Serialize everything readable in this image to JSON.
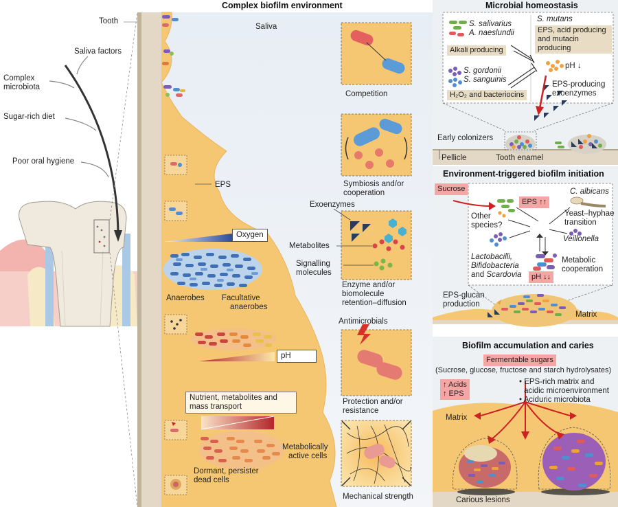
{
  "left": {
    "tooth": "Tooth",
    "saliva_factors": "Saliva factors",
    "complex_microbiota_1": "Complex",
    "complex_microbiota_2": "microbiota",
    "sugar_diet": "Sugar-rich diet",
    "hygiene": "Poor oral hygiene"
  },
  "middle": {
    "title": "Complex biofilm environment",
    "saliva": "Saliva",
    "eps": "EPS",
    "oxygen": "Oxygen",
    "anaerobes": "Anaerobes",
    "facultative_1": "Facultative",
    "facultative_2": "anaerobes",
    "ph": "pH",
    "nutrient_1": "Nutrient, metabolites and",
    "nutrient_2": "mass transport",
    "metabolically_1": "Metabolically",
    "metabolically_2": "active cells",
    "dormant_1": "Dormant, persister",
    "dormant_2": "dead cells",
    "competition": "Competition",
    "symbiosis_1": "Symbiosis and/or",
    "symbiosis_2": "cooperation",
    "exoenzymes": "Exoenzymes",
    "metabolites": "Metabolites",
    "signalling_1": "Signalling",
    "signalling_2": "molecules",
    "enzyme_1": "Enzyme and/or",
    "enzyme_2": "biomolecule",
    "enzyme_3": "retention–diffusion",
    "antimicrobials": "Antimicrobials",
    "protection_1": "Protection and/or",
    "protection_2": "resistance",
    "mechanical": "Mechanical strength"
  },
  "homeostasis": {
    "title": "Microbial homeostasis",
    "s_salivarius": "S. salivarius",
    "a_naeslundii": "A. naeslundii",
    "alkali": "Alkali producing",
    "s_mutans": "S. mutans",
    "mutans_1": "EPS, acid producing",
    "mutans_2": "and mutacin",
    "mutans_3": "producing",
    "ph_down": "pH ↓",
    "s_gordonii": "S. gordonii",
    "s_sanguinis": "S. sanguinis",
    "eps_prod_1": "EPS-producing",
    "eps_prod_2": "exoenzymes",
    "h2o2": "H₂O₂ and bacteriocins",
    "early": "Early colonizers",
    "pellicle": "Pellicle",
    "enamel": "Tooth enamel"
  },
  "initiation": {
    "title": "Environment-triggered biofilm initiation",
    "sucrose": "Sucrose",
    "eps_up": "EPS ↑↑",
    "c_albicans": "C. albicans",
    "other_1": "Other",
    "other_2": "species?",
    "yeast_1": "Yeast–hyphae",
    "yeast_2": "transition",
    "veillonella": "Veillonella",
    "lacto_1": "Lactobacilli,",
    "lacto_2": "Bifidobacteria",
    "lacto_3a": "and ",
    "lacto_3b": "Scardovia",
    "ph_downdown": "pH ↓↓",
    "metabolic_1": "Metabolic",
    "metabolic_2": "cooperation",
    "glucan_1": "EPS-glucan",
    "glucan_2": "production",
    "matrix": "Matrix"
  },
  "caries": {
    "title": "Biofilm accumulation and caries",
    "fermentable": "Fermentable sugars",
    "sugars_list": "(Sucrose, glucose, fructose and starch hydrolysates)",
    "acids": "↑ Acids",
    "eps": "↑ EPS",
    "bullet_1a": "• EPS-rich matrix and",
    "bullet_1b": "acidic microenvironment",
    "bullet_2": "• Aciduric microbiota",
    "matrix": "Matrix",
    "lesions": "Carious lesions"
  }
}
